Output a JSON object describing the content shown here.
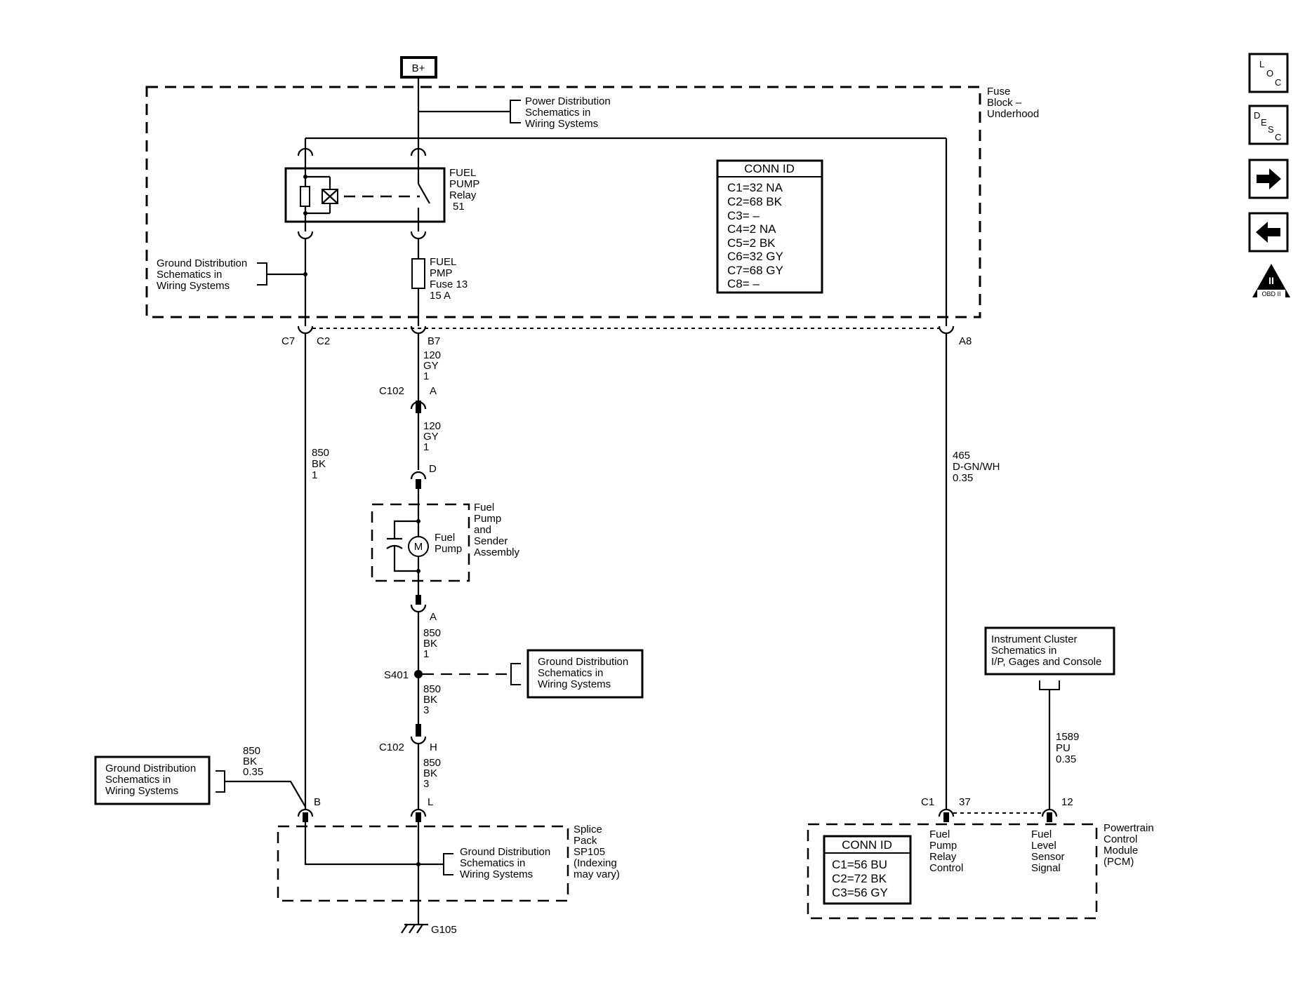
{
  "b_plus": "B+",
  "fuse_block": [
    "Fuse",
    "Block –",
    "Underhood"
  ],
  "power_dist": [
    "Power Distribution",
    "Schematics in",
    "Wiring Systems"
  ],
  "relay": [
    "FUEL",
    "PUMP",
    "Relay",
    "51"
  ],
  "fuse": [
    "FUEL",
    "PMP",
    "Fuse 13",
    "15 A"
  ],
  "ground_dist_left": [
    "Ground Distribution",
    "Schematics in",
    "Wiring Systems"
  ],
  "conn_id_1": {
    "title": "CONN ID",
    "rows": [
      "C1=32 NA",
      "C2=68 BK",
      "C3= –",
      "C4=2 NA",
      "C5=2 BK",
      "C6=32 GY",
      "C7=68 GY",
      "C8= –"
    ]
  },
  "pins_top": {
    "c7": "C7",
    "c2": "C2",
    "b7": "B7",
    "a8": "A8"
  },
  "wire_b7": [
    "120",
    "GY",
    "1"
  ],
  "c102_top": {
    "conn": "C102",
    "pin": "A"
  },
  "wire_d": [
    "120",
    "GY",
    "1"
  ],
  "pin_d": "D",
  "fuel_pump_assembly": [
    "Fuel",
    "Pump",
    "and",
    "Sender",
    "Assembly"
  ],
  "fuel_pump": [
    "Fuel",
    "Pump"
  ],
  "motor": "M",
  "pin_a": "A",
  "wire_850_1": [
    "850",
    "BK",
    "1"
  ],
  "s401": "S401",
  "ground_dist_mid": [
    "Ground Distribution",
    "Schematics in",
    "Wiring Systems"
  ],
  "wire_850_3a": [
    "850",
    "BK",
    "3"
  ],
  "c102_bot": {
    "conn": "C102",
    "pin": "H"
  },
  "wire_850_3b": [
    "850",
    "BK",
    "3"
  ],
  "pin_l": "L",
  "pin_b": "B",
  "wire_left": [
    "850",
    "BK",
    "1"
  ],
  "wire_ground_035": [
    "850",
    "BK",
    "0.35"
  ],
  "ground_dist_box": [
    "Ground Distribution",
    "Schematics in",
    "Wiring Systems"
  ],
  "splice_pack": [
    "Splice",
    "Pack",
    "SP105",
    "(Indexing",
    "may vary)"
  ],
  "ground_dist_splice": [
    "Ground Distribution",
    "Schematics in",
    "Wiring Systems"
  ],
  "ground": "G105",
  "wire_465": [
    "465",
    "D-GN/WH",
    "0.35"
  ],
  "instrument_cluster": [
    "Instrument Cluster",
    "Schematics in",
    "I/P, Gages and Console"
  ],
  "wire_1589": [
    "1589",
    "PU",
    "0.35"
  ],
  "pcm_pins": {
    "c1": "C1",
    "p37": "37",
    "p12": "12"
  },
  "pcm": [
    "Powertrain",
    "Control",
    "Module",
    "(PCM)"
  ],
  "fuel_pump_relay_control": [
    "Fuel",
    "Pump",
    "Relay",
    "Control"
  ],
  "fuel_level_signal": [
    "Fuel",
    "Level",
    "Sensor",
    "Signal"
  ],
  "conn_id_2": {
    "title": "CONN ID",
    "rows": [
      "C1=56 BU",
      "C2=72 BK",
      "C3=56 GY"
    ]
  },
  "nav": {
    "loc": [
      "L",
      "O",
      "C"
    ],
    "desc": [
      "D",
      "E",
      "S",
      "C"
    ],
    "obd": [
      "II",
      "OBD II"
    ]
  }
}
